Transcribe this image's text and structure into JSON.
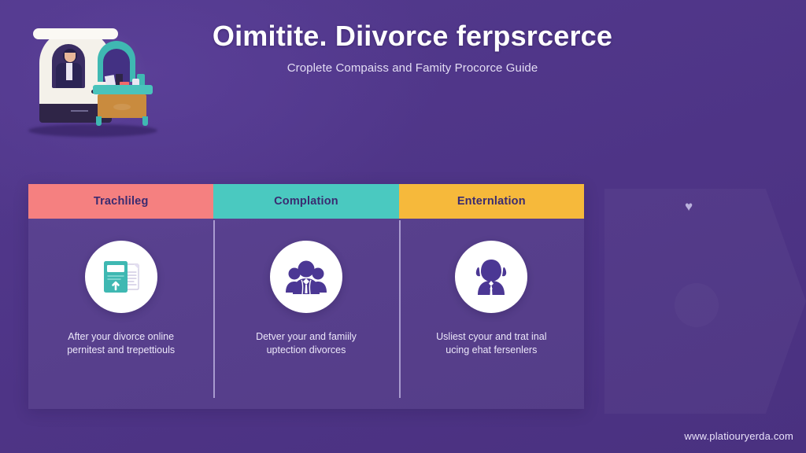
{
  "header": {
    "title": "Oimitite. Diivorce ferpsrcerce",
    "subtitle": "Croplete Compaiss and Famity Procorce Guide"
  },
  "illustration": {
    "name": "reception-desk-illustration",
    "alt": "Person at a service booth with a desk"
  },
  "decor": {
    "heart_glyph": "♥",
    "panel_name": "ghost-arrow-panel"
  },
  "columns": [
    {
      "header": "Trachlileg",
      "header_bg": "#F58080",
      "icon": "document-folder-icon",
      "caption": "After your divorce online pernitest and trepettiouls"
    },
    {
      "header": "Complation",
      "header_bg": "#4AC9C0",
      "icon": "people-group-icon",
      "caption": "Detver your and famiily uptection divorces"
    },
    {
      "header": "Enternlation",
      "header_bg": "#F6B93B",
      "icon": "single-person-icon",
      "caption": "Usliest cyour and trat inal ucing ehat fersenlers"
    }
  ],
  "footer": {
    "url": "www.platiouryerda.com"
  },
  "colors": {
    "background": "#4E3486",
    "card_body": "rgba(255,255,255,0.055)",
    "header_text": "#3A2B70",
    "body_text": "#ECE7FA",
    "icon_silhouette": "#4B3794",
    "icon_doc_teal": "#3FB8B2"
  }
}
